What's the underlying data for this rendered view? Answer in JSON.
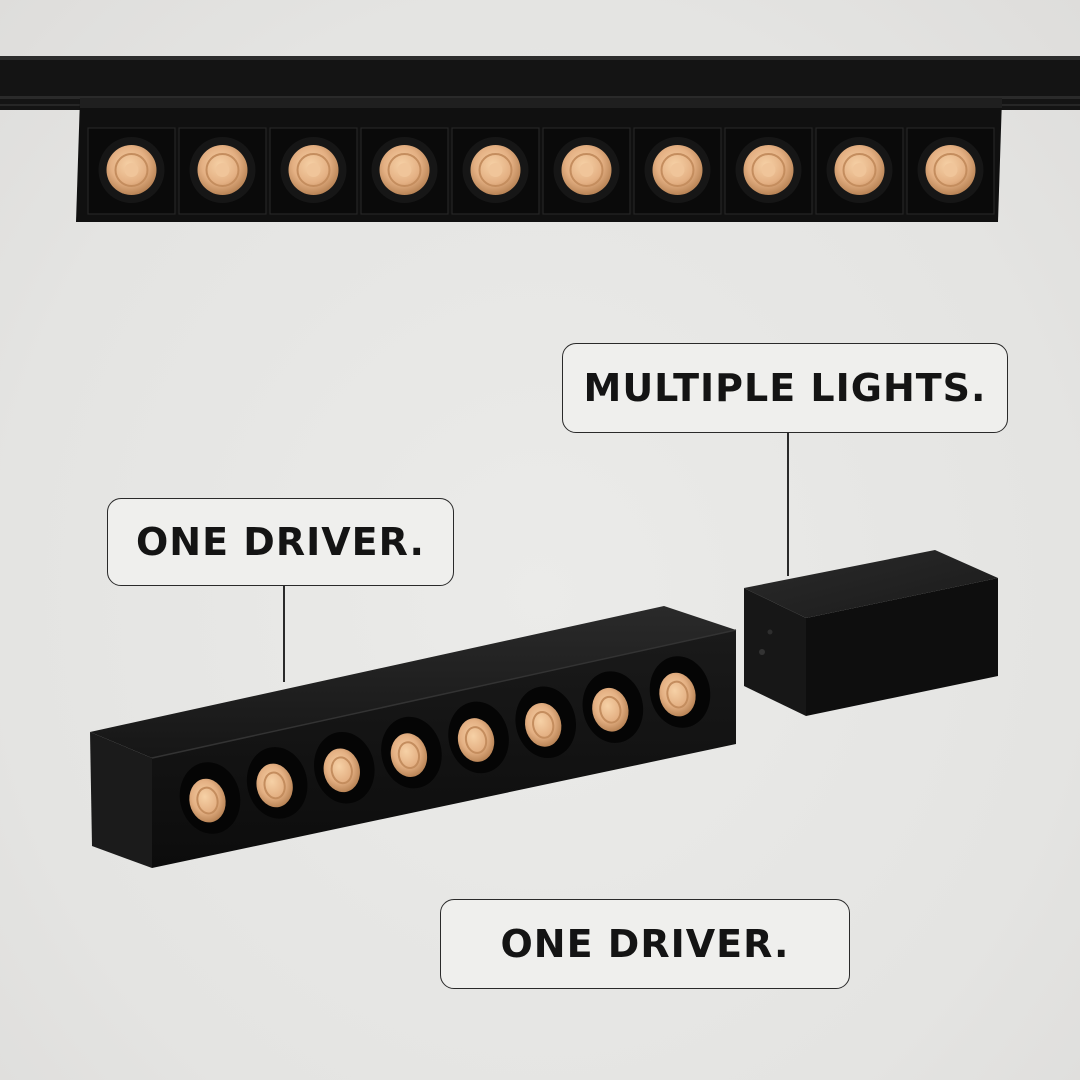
{
  "labels": {
    "multiple_lights": "MULTIPLE LIGHTS.",
    "one_driver_top": "ONE DRIVER.",
    "one_driver_bottom": "ONE DRIVER."
  },
  "fixtures": {
    "top_track_light_count": 10,
    "bar_light_count": 8
  },
  "colors": {
    "background": "#e7e7e5",
    "housing": "#121212",
    "lens": "#e6b486"
  }
}
